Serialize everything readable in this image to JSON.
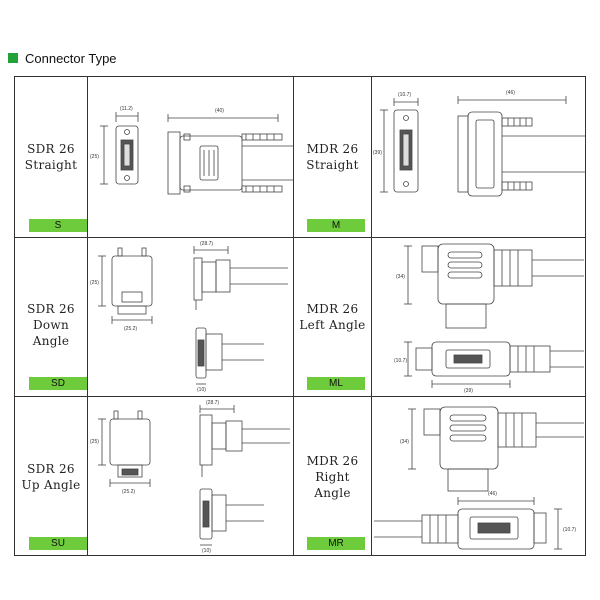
{
  "header": {
    "title": "Connector Type",
    "accent": "#23a23a"
  },
  "badge_color": "#6dcb3c",
  "rows": [
    {
      "left": {
        "label_lines": [
          "SDR 26",
          "Straight"
        ],
        "code": "S",
        "dims": [
          "(11.2)",
          "(40)",
          "(25)"
        ]
      },
      "right": {
        "label_lines": [
          "MDR 26",
          "Straight"
        ],
        "code": "M",
        "dims": [
          "(10.7)",
          "(46)",
          "(39)"
        ]
      }
    },
    {
      "left": {
        "label_lines": [
          "SDR 26",
          "Down Angle"
        ],
        "code": "SD",
        "dims": [
          "(28.7)",
          "(25)",
          "(25.2)",
          "(10)"
        ]
      },
      "right": {
        "label_lines": [
          "MDR 26",
          "Left Angle"
        ],
        "code": "ML",
        "dims": [
          "(34)",
          "(10.7)",
          "(39)"
        ]
      }
    },
    {
      "left": {
        "label_lines": [
          "SDR 26",
          "Up Angle"
        ],
        "code": "SU",
        "dims": [
          "(28.7)",
          "(25)",
          "(25.2)",
          "(10)"
        ]
      },
      "right": {
        "label_lines": [
          "MDR 26",
          "Right",
          "Angle"
        ],
        "code": "MR",
        "dims": [
          "(34)",
          "(46)",
          "(10.7)"
        ]
      }
    }
  ]
}
